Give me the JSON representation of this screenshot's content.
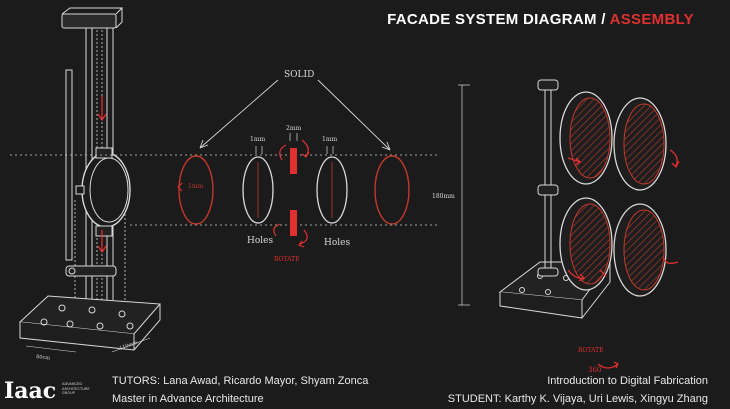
{
  "title": {
    "main": "FACADE SYSTEM DIAGRAM / ",
    "accent": "ASSEMBLY"
  },
  "diagram": {
    "solid_label": "SOLID",
    "dim_1mm_left": "1mm",
    "dim_2mm": "2mm",
    "dim_1mm_right": "1mm",
    "dim_1mm_lens": "1mm",
    "holes_left": "Holes",
    "holes_right": "Holes",
    "rotate_center": "ROTATE",
    "height_dim": "180mm",
    "rotate_right": "ROTATE",
    "rotate_deg": "360",
    "base_dim_front": "80cm",
    "base_dim_side": "110mm"
  },
  "logo": {
    "text": "Iaac",
    "subtitle": "ADVANCED\nARCHITECTURE\nGROUP"
  },
  "footer": {
    "tutors": "TUTORS: Lana Awad, Ricardo Mayor, Shyam Zonca",
    "program": "Master in Advance Architecture",
    "course": "Introduction to Digital Fabrication",
    "students": "STUDENT: Karthy K. Vijaya, Uri Lewis, Xingyu Zhang"
  },
  "colors": {
    "accent": "#e03030",
    "line": "#d8d8d8",
    "background": "#1b1b1b"
  }
}
